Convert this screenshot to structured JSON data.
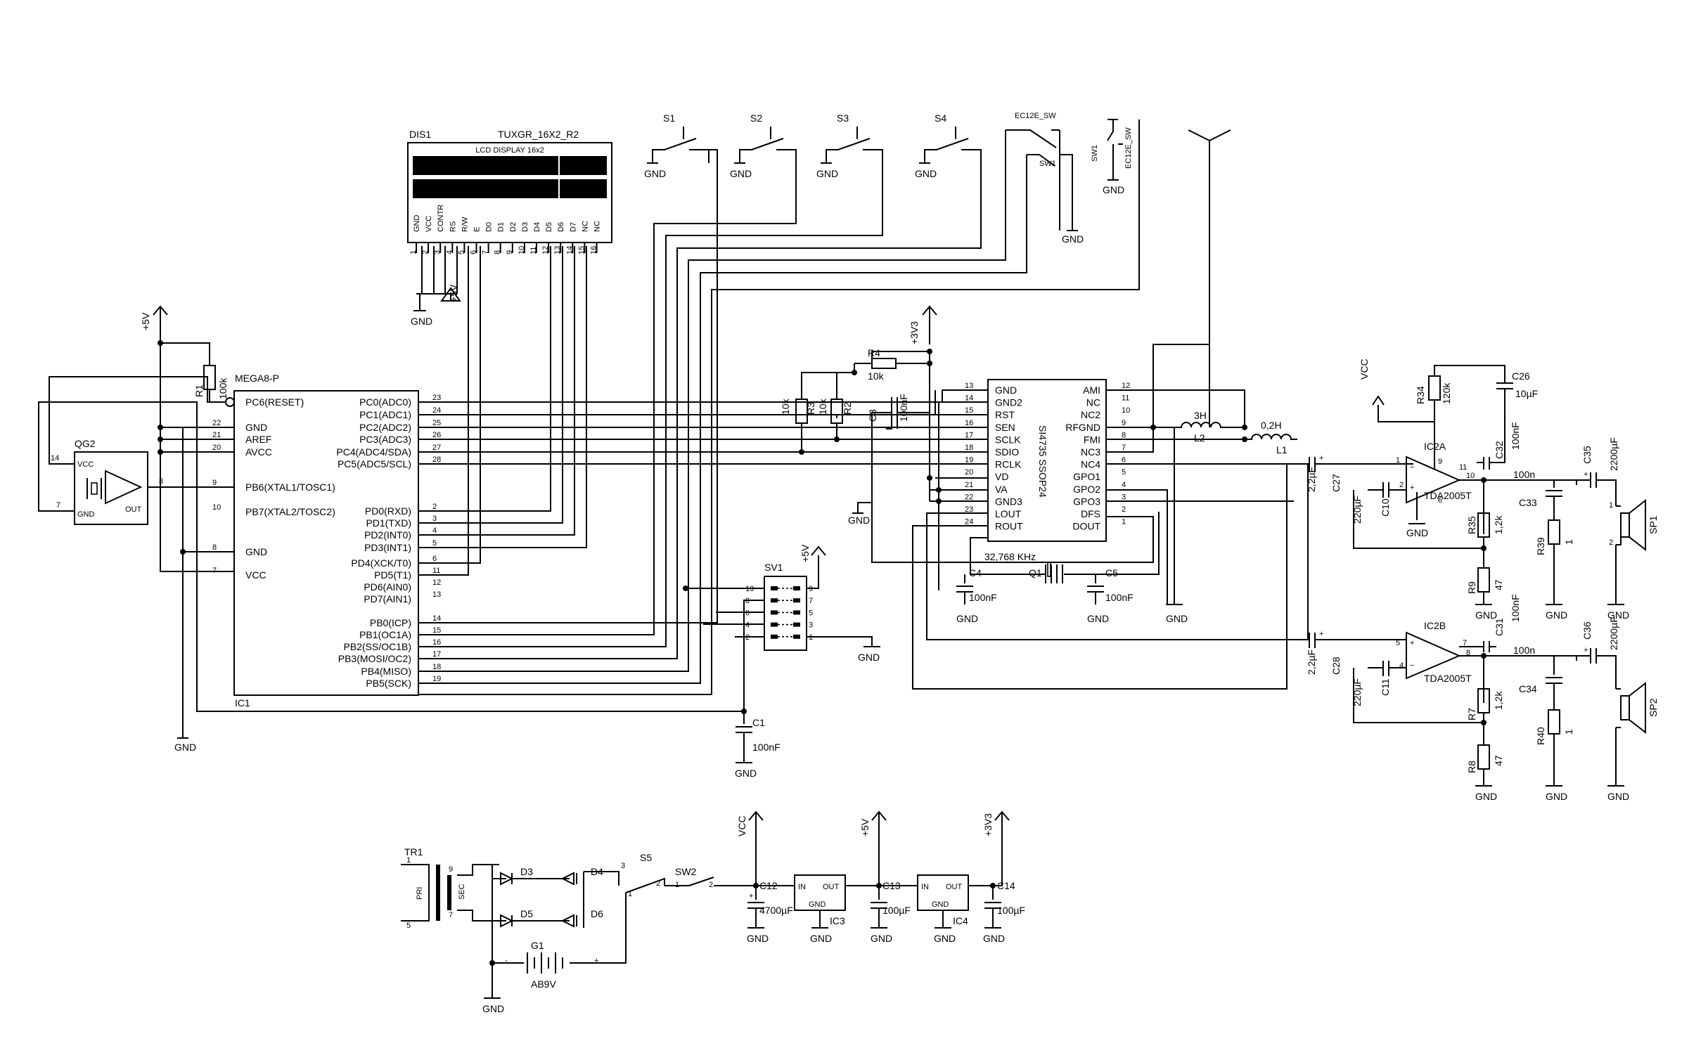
{
  "dis1": {
    "ref": "DIS1",
    "part": "TUXGR_16X2_R2",
    "title": "LCD DISPLAY 16x2",
    "pins": [
      "GND",
      "VCC",
      "CONTR",
      "RS",
      "R/W",
      "E",
      "D0",
      "D1",
      "D2",
      "D3",
      "D4",
      "D5",
      "D6",
      "D7",
      "NC",
      "NC"
    ],
    "nums": [
      "1",
      "2",
      "3",
      "4",
      "5",
      "6",
      "7",
      "8",
      "9",
      "10",
      "11",
      "12",
      "13",
      "14",
      "15",
      "16"
    ]
  },
  "ic1": {
    "ref": "IC1",
    "part": "MEGA8-P",
    "left": [
      {
        "pin": "",
        "name": "PC6(RESET)"
      },
      {
        "pin": "22",
        "name": "GND"
      },
      {
        "pin": "21",
        "name": "AREF"
      },
      {
        "pin": "20",
        "name": "AVCC"
      },
      {
        "pin": "9",
        "name": "PB6(XTAL1/TOSC1)"
      },
      {
        "pin": "10",
        "name": "PB7(XTAL2/TOSC2)"
      },
      {
        "pin": "8",
        "name": "GND"
      },
      {
        "pin": "7",
        "name": "VCC"
      }
    ],
    "right": [
      {
        "pin": "23",
        "name": "PC0(ADC0)"
      },
      {
        "pin": "24",
        "name": "PC1(ADC1)"
      },
      {
        "pin": "25",
        "name": "PC2(ADC2)"
      },
      {
        "pin": "26",
        "name": "PC3(ADC3)"
      },
      {
        "pin": "27",
        "name": "PC4(ADC4/SDA)"
      },
      {
        "pin": "28",
        "name": "PC5(ADC5/SCL)"
      },
      {
        "pin": "2",
        "name": "PD0(RXD)"
      },
      {
        "pin": "3",
        "name": "PD1(TXD)"
      },
      {
        "pin": "4",
        "name": "PD2(INT0)"
      },
      {
        "pin": "5",
        "name": "PD3(INT1)"
      },
      {
        "pin": "6",
        "name": "PD4(XCK/T0)"
      },
      {
        "pin": "11",
        "name": "PD5(T1)"
      },
      {
        "pin": "12",
        "name": "PD6(AIN0)"
      },
      {
        "pin": "13",
        "name": "PD7(AIN1)"
      },
      {
        "pin": "14",
        "name": "PB0(ICP)"
      },
      {
        "pin": "15",
        "name": "PB1(OC1A)"
      },
      {
        "pin": "16",
        "name": "PB2(SS/OC1B)"
      },
      {
        "pin": "17",
        "name": "PB3(MOSI/OC2)"
      },
      {
        "pin": "18",
        "name": "PB4(MISO)"
      },
      {
        "pin": "19",
        "name": "PB5(SCK)"
      }
    ]
  },
  "si4735": {
    "ref": "SI4735 SSOP24",
    "left": [
      {
        "pin": "13",
        "name": "GND"
      },
      {
        "pin": "14",
        "name": "GND2"
      },
      {
        "pin": "15",
        "name": "RST"
      },
      {
        "pin": "16",
        "name": "SEN"
      },
      {
        "pin": "17",
        "name": "SCLK"
      },
      {
        "pin": "18",
        "name": "SDIO"
      },
      {
        "pin": "19",
        "name": "RCLK"
      },
      {
        "pin": "20",
        "name": "VD"
      },
      {
        "pin": "21",
        "name": "VA"
      },
      {
        "pin": "22",
        "name": "GND3"
      },
      {
        "pin": "23",
        "name": "LOUT"
      },
      {
        "pin": "24",
        "name": "ROUT"
      }
    ],
    "right": [
      {
        "pin": "12",
        "name": "AMI"
      },
      {
        "pin": "11",
        "name": "NC"
      },
      {
        "pin": "10",
        "name": "NC2"
      },
      {
        "pin": "9",
        "name": "RFGND"
      },
      {
        "pin": "8",
        "name": "FMI"
      },
      {
        "pin": "7",
        "name": "NC3"
      },
      {
        "pin": "6",
        "name": "NC4"
      },
      {
        "pin": "5",
        "name": "GPO1"
      },
      {
        "pin": "4",
        "name": "GPO2"
      },
      {
        "pin": "3",
        "name": "GPO3"
      },
      {
        "pin": "2",
        "name": "DFS"
      },
      {
        "pin": "1",
        "name": "DOUT"
      }
    ]
  },
  "qg2": {
    "ref": "QG2",
    "vcc": "VCC",
    "gnd": "GND",
    "out": "OUT",
    "p14": "14",
    "p7": "7",
    "p8": "8"
  },
  "sv1": {
    "ref": "SV1",
    "nums_l": [
      "10",
      "8",
      "6",
      "4",
      "2"
    ],
    "nums_r": [
      "9",
      "7",
      "5",
      "3",
      "1"
    ]
  },
  "labels": {
    "gnd": "GND",
    "p5v": "+5V",
    "p3v3": "+3V3",
    "vcc": "VCC",
    "s1": "S1",
    "s2": "S2",
    "s3": "S3",
    "s4": "S4",
    "ec12e": "EC12E_SW",
    "ec12e2": "EC12E_SW",
    "sw1": "SW1",
    "sw1b": "SW1",
    "r1": "R1",
    "r1v": "100k",
    "r4": "R4",
    "r4v": "10k",
    "r3": "R3",
    "r3v": "10k",
    "r2": "R2",
    "r2v": "10k",
    "c3": "C3",
    "c3v": "100nF",
    "c4": "C4",
    "c4v": "100nF",
    "c5": "C5",
    "c5v": "100nF",
    "c1": "C1",
    "c1v": "100nF",
    "q1": "Q1",
    "q1v": "32,768 KHz",
    "l2": "L2",
    "l2v": "3H",
    "l1": "L1",
    "l1v": "0,2H",
    "c27": "C27",
    "c27v": "2,2µF",
    "c28": "C28",
    "c28v": "2,2µF",
    "c10": "C10",
    "c10v": "220µF",
    "c11": "C11",
    "c11v": "220µF",
    "ic2a": "IC2A",
    "ic2b": "IC2B",
    "tda": "TDA2005T",
    "tda2": "TDA2005T",
    "c32": "C32",
    "c32v": "100nF",
    "c31": "C31",
    "c31v": "100nF",
    "c26": "C26",
    "c26v": "10µF",
    "r34": "R34",
    "r34v": "120k",
    "r35": "R35",
    "r35v": "1,2k",
    "r9": "R9",
    "r9v": "47",
    "r7": "R7",
    "r7v": "1,2k",
    "r8": "R8",
    "r8v": "47",
    "c33": "C33",
    "c33v": "100n",
    "c34": "C34",
    "c34v": "100n",
    "r39": "R39",
    "r39v": "1",
    "r40": "R40",
    "r40v": "1",
    "c35": "C35",
    "c35v": "2200µF",
    "c36": "C36",
    "c36v": "2200µF",
    "sp1": "SP1",
    "sp2": "SP2",
    "tr1": "TR1",
    "pri": "PRI",
    "sec": "SEC",
    "d3": "D3",
    "d4": "D4",
    "d5": "D5",
    "d6": "D6",
    "s5": "S5",
    "sw2": "SW2",
    "g1": "G1",
    "g1v": "AB9V",
    "c12": "C12",
    "c12v": "4700µF",
    "c13": "C13",
    "c13v": "100µF",
    "c14": "C14",
    "c14v": "100µF",
    "ic3": "IC3",
    "ic4": "IC4",
    "in": "IN",
    "out": "OUT"
  }
}
